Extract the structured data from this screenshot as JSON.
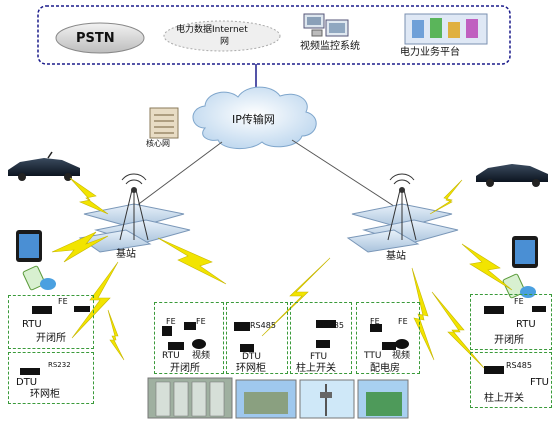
{
  "top_panel": {
    "pstn": "PSTN",
    "internet_line1": "电力数据Internet",
    "internet_line2": "网",
    "video": "视频监控系统",
    "power": "电力业务平台"
  },
  "core": {
    "ip_network": "IP传输网",
    "core_net": "核心网"
  },
  "stations": {
    "left": "基站",
    "right": "基站"
  },
  "boxes": {
    "left_upper": {
      "fe": "FE",
      "device": "RTU",
      "site": "开闭所"
    },
    "left_lower": {
      "port": "RS232",
      "device": "DTU",
      "site": "环网柜"
    },
    "mid_1": {
      "fe1": "FE",
      "fe2": "FE",
      "dev1": "RTU",
      "dev2": "视频",
      "site": "开闭所"
    },
    "mid_2": {
      "port": "RS485",
      "device": "DTU",
      "site": "环网柜"
    },
    "mid_3": {
      "port": "RS485",
      "device": "FTU",
      "site": "柱上开关"
    },
    "mid_4": {
      "fe1": "FE",
      "fe2": "FE",
      "dev1": "TTU",
      "dev2": "视频",
      "site": "配电房"
    },
    "right_upper": {
      "fe": "FE",
      "device": "RTU",
      "site": "开闭所"
    },
    "right_lower": {
      "port": "RS485",
      "device": "FTU",
      "site": "柱上开关"
    }
  },
  "colors": {
    "frame": "#1a1a8a",
    "box": "#3a9a3a",
    "bolt": "#f2e400",
    "cloud": "#cfe3f5",
    "antenna": "#9fbad6"
  }
}
